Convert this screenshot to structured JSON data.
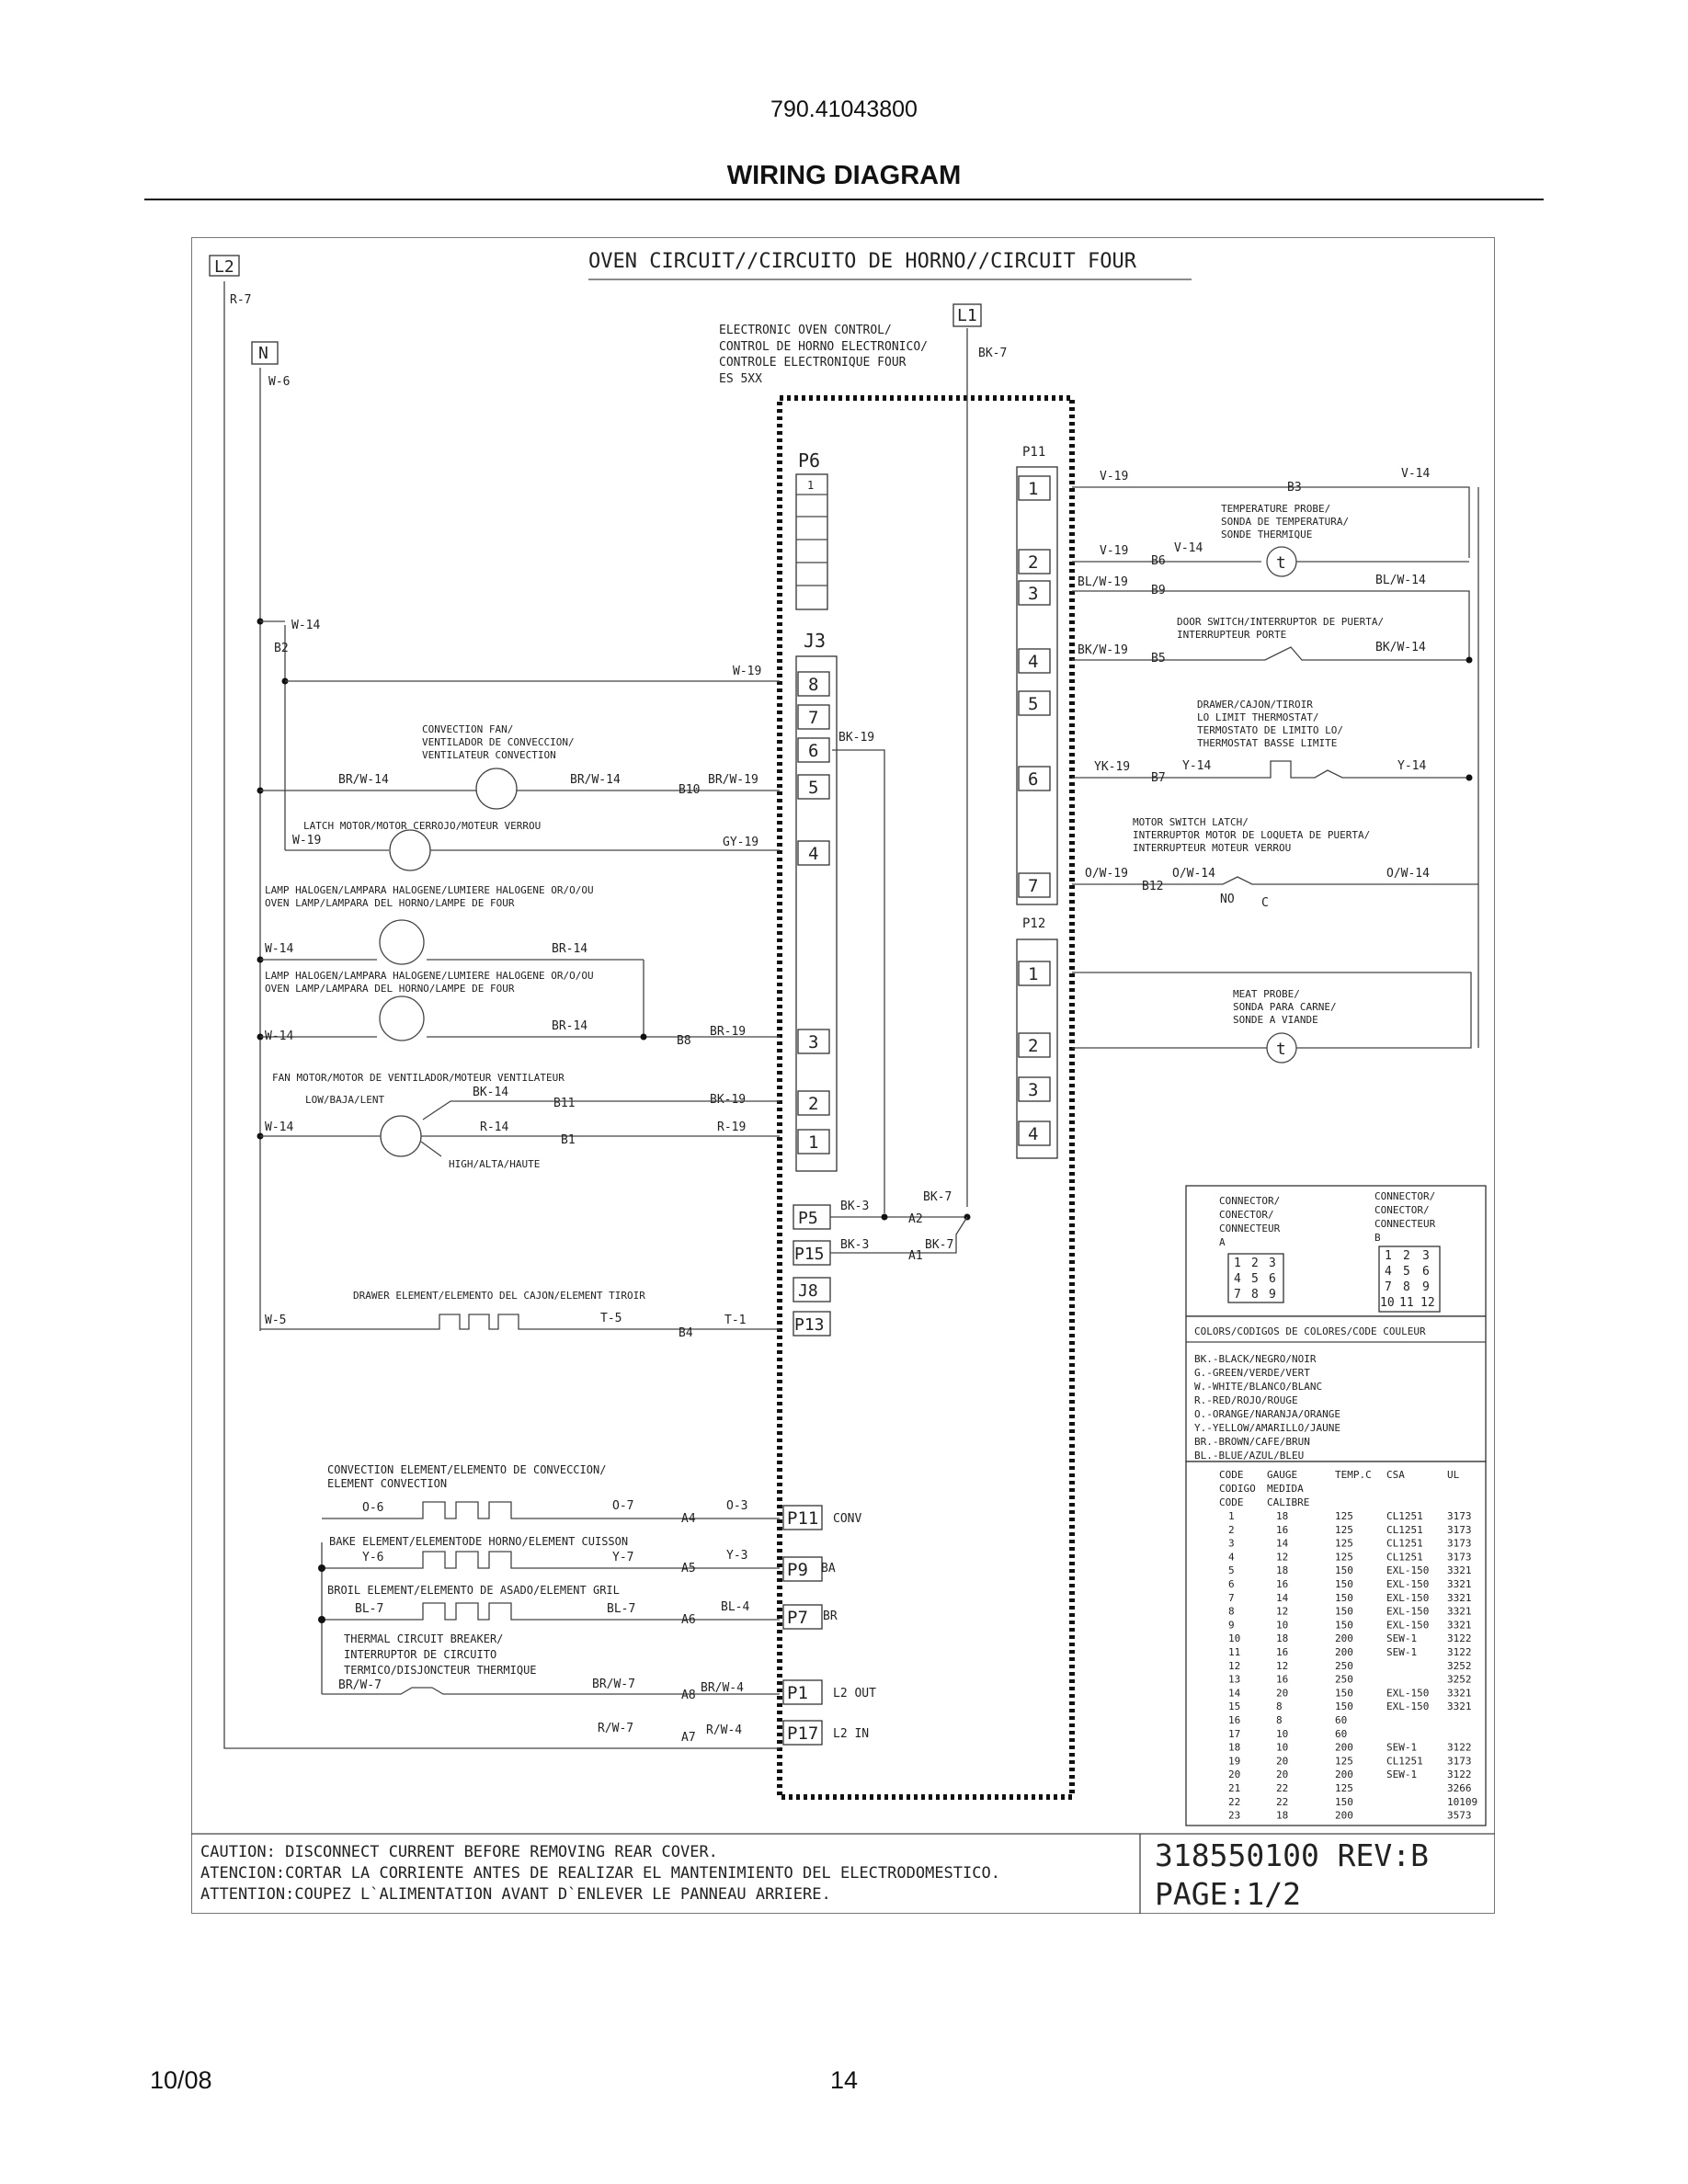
{
  "page": {
    "model": "790.41043800",
    "heading": "WIRING DIAGRAM",
    "date": "10/08",
    "page_number": "14"
  },
  "diagram": {
    "title": "OVEN CIRCUIT//CIRCUITO DE HORNO//CIRCUIT FOUR",
    "terminals": {
      "l2": "L2",
      "l1": "L1",
      "n": "N"
    },
    "control": [
      "ELECTRONIC OVEN CONTROL/",
      "CONTROL DE HORNO ELECTRONICO/",
      "CONTROLE ELECTRONIQUE FOUR",
      "ES 5XX"
    ],
    "wires": {
      "r7": "R-7",
      "w6": "W-6",
      "bk7": "BK-7",
      "w14_b2": "W-14",
      "b2": "B2",
      "w19_j3": "W-19",
      "br_w14_left": "BR/W-14",
      "br_w14_mid": "BR/W-14",
      "b10": "B10",
      "br_w19": "BR/W-19",
      "w19_latch": "W-19",
      "gy19": "GY-19",
      "bk19_p5": "BK-19",
      "w14_lamp1": "W-14",
      "br14_lamp1": "BR-14",
      "w14_lamp2": "W-14",
      "br14_lamp2": "BR-14",
      "b8": "B8",
      "br19": "BR-19",
      "bk14": "BK-14",
      "b11": "B11",
      "bk19_fan": "BK-19",
      "w14_fan": "W-14",
      "r14": "R-14",
      "b1": "B1",
      "r19": "R-19",
      "bk3_a2": "BK-3",
      "a2": "A2",
      "bk7_a2": "BK-7",
      "bk3_a1": "BK-3",
      "a1": "A1",
      "bk7_a1": "BK-7",
      "w5": "W-5",
      "t5": "T-5",
      "b4": "B4",
      "t1": "T-1",
      "o6": "O-6",
      "o7": "O-7",
      "a4": "A4",
      "o3": "O-3",
      "y6": "Y-6",
      "y7": "Y-7",
      "a5": "A5",
      "y3": "Y-3",
      "bl7_left": "BL-7",
      "bl7_mid": "BL-7",
      "a6": "A6",
      "bl4": "BL-4",
      "br_w7_left": "BR/W-7",
      "br_w7_mid": "BR/W-7",
      "a8": "A8",
      "br_w4": "BR/W-4",
      "r_w7": "R/W-7",
      "a7": "A7",
      "r_w4": "R/W-4",
      "v19_b3": "V-19",
      "b3": "B3",
      "v14_b3": "V-14",
      "v19_b6": "V-19",
      "b6": "B6",
      "v14_b6": "V-14",
      "bl_w19": "BL/W-19",
      "b9": "B9",
      "bl_w14": "BL/W-14",
      "bk_w19": "BK/W-19",
      "b5": "B5",
      "bk_w14": "BK/W-14",
      "yk19": "YK-19",
      "b7": "B7",
      "y14_left": "Y-14",
      "y14_right": "Y-14",
      "o_w19": "O/W-19",
      "b12": "B12",
      "o_w14_left": "O/W-14",
      "o_w14_right": "O/W-14",
      "no": "NO",
      "c": "C"
    },
    "components": {
      "convection_fan": [
        "CONVECTION FAN/",
        "VENTILADOR DE CONVECCION/",
        "VENTILATEUR CONVECTION"
      ],
      "latch_motor": "LATCH MOTOR/MOTOR CERROJO/MOTEUR VERROU",
      "lamp1": [
        "LAMP HALOGEN/LAMPARA HALOGENE/LUMIERE HALOGENE OR/O/OU",
        "OVEN LAMP/LAMPARA DEL HORNO/LAMPE DE FOUR"
      ],
      "lamp2": [
        "LAMP HALOGEN/LAMPARA HALOGENE/LUMIERE HALOGENE OR/O/OU",
        "OVEN LAMP/LAMPARA DEL HORNO/LAMPE DE FOUR"
      ],
      "fan_motor": "FAN MOTOR/MOTOR DE VENTILADOR/MOTEUR VENTILATEUR",
      "low": "LOW/BAJA/LENT",
      "high": "HIGH/ALTA/HAUTE",
      "drawer_element": "DRAWER ELEMENT/ELEMENTO DEL CAJON/ELEMENT TIROIR",
      "convection_element": [
        "CONVECTION ELEMENT/ELEMENTO DE CONVECCION/",
        "ELEMENT CONVECTION"
      ],
      "bake_element": "BAKE ELEMENT/ELEMENTODE HORNO/ELEMENT CUISSON",
      "broil_element": "BROIL ELEMENT/ELEMENTO DE ASADO/ELEMENT GRIL",
      "thermal_breaker": [
        "THERMAL CIRCUIT BREAKER/",
        "INTERRUPTOR DE CIRCUITO",
        "TERMICO/DISJONCTEUR THERMIQUE"
      ],
      "temp_probe": [
        "TEMPERATURE PROBE/",
        "SONDA DE TEMPERATURA/",
        "SONDE THERMIQUE"
      ],
      "door_switch": [
        "DOOR SWITCH/INTERRUPTOR DE PUERTA/",
        "INTERRUPTEUR PORTE"
      ],
      "drawer_thermostat": [
        "DRAWER/CAJON/TIROIR",
        "LO LIMIT THERMOSTAT/",
        "TERMOSTATO DE LIMITO LO/",
        "THERMOSTAT BASSE LIMITE"
      ],
      "motor_switch": [
        "MOTOR SWITCH LATCH/",
        "INTERRUPTOR MOTOR DE LOQUETA DE PUERTA/",
        "INTERRUPTEUR MOTEUR VERROU"
      ],
      "meat_probe": [
        "MEAT PROBE/",
        "SONDA PARA CARNE/",
        "SONDE A VIANDE"
      ],
      "probe_symbol": "t"
    },
    "connectors": {
      "p6": {
        "label": "P6",
        "pin": "1"
      },
      "j3": {
        "label": "J3",
        "pins": [
          "8",
          "7",
          "6",
          "5",
          "4",
          "3",
          "2",
          "1"
        ]
      },
      "p11_right": {
        "label": "P11",
        "pins": [
          "1",
          "2",
          "3",
          "4",
          "5",
          "6",
          "7"
        ]
      },
      "p12": {
        "label": "P12",
        "pins": [
          "1",
          "2",
          "3",
          "4"
        ]
      },
      "p5": "P5",
      "p15": "P15",
      "j8": "J8",
      "p13": "P13",
      "bottom": [
        {
          "label": "P11",
          "suffix": "CONV"
        },
        {
          "label": "P9",
          "suffix": "BA"
        },
        {
          "label": "P7",
          "suffix": "BR"
        },
        {
          "label": "P1",
          "suffix": "L2 OUT"
        },
        {
          "label": "P17",
          "suffix": "L2 IN"
        }
      ]
    },
    "connector_legend": {
      "a_label": [
        "CONNECTOR/",
        "CONECTOR/",
        "CONNECTEUR",
        "A"
      ],
      "a_grid": [
        [
          "1",
          "2",
          "3"
        ],
        [
          "4",
          "5",
          "6"
        ],
        [
          "7",
          "8",
          "9"
        ]
      ],
      "b_label": [
        "CONNECTOR/",
        "CONECTOR/",
        "CONNECTEUR",
        "B"
      ],
      "b_grid": [
        [
          "1",
          "2",
          "3"
        ],
        [
          "4",
          "5",
          "6"
        ],
        [
          "7",
          "8",
          "9"
        ],
        [
          "10",
          "11",
          "12"
        ]
      ]
    },
    "color_codes": {
      "title": "COLORS/CODIGOS DE COLORES/CODE COULEUR",
      "items": [
        "BK.-BLACK/NEGRO/NOIR",
        "G.-GREEN/VERDE/VERT",
        "W.-WHITE/BLANCO/BLANC",
        "R.-RED/ROJO/ROUGE",
        "O.-ORANGE/NARANJA/ORANGE",
        "Y.-YELLOW/AMARILLO/JAUNE",
        "BR.-BROWN/CAFE/BRUN",
        "BL.-BLUE/AZUL/BLEU"
      ]
    },
    "gauge_table": {
      "header_rows": [
        [
          "CODE",
          "GAUGE",
          "TEMP.C",
          "CSA",
          "UL"
        ],
        [
          "CODIGO",
          "MEDIDA",
          "",
          "",
          ""
        ],
        [
          "CODE",
          "CALIBRE",
          "",
          "",
          ""
        ]
      ],
      "rows": [
        [
          "1",
          "18",
          "125",
          "CL1251",
          "3173"
        ],
        [
          "2",
          "16",
          "125",
          "CL1251",
          "3173"
        ],
        [
          "3",
          "14",
          "125",
          "CL1251",
          "3173"
        ],
        [
          "4",
          "12",
          "125",
          "CL1251",
          "3173"
        ],
        [
          "5",
          "18",
          "150",
          "EXL-150",
          "3321"
        ],
        [
          "6",
          "16",
          "150",
          "EXL-150",
          "3321"
        ],
        [
          "7",
          "14",
          "150",
          "EXL-150",
          "3321"
        ],
        [
          "8",
          "12",
          "150",
          "EXL-150",
          "3321"
        ],
        [
          "9",
          "10",
          "150",
          "EXL-150",
          "3321"
        ],
        [
          "10",
          "18",
          "200",
          "SEW-1",
          "3122"
        ],
        [
          "11",
          "16",
          "200",
          "SEW-1",
          "3122"
        ],
        [
          "12",
          "12",
          "250",
          "",
          "3252"
        ],
        [
          "13",
          "16",
          "250",
          "",
          "3252"
        ],
        [
          "14",
          "20",
          "150",
          "EXL-150",
          "3321"
        ],
        [
          "15",
          "8",
          "150",
          "EXL-150",
          "3321"
        ],
        [
          "16",
          "8",
          "60",
          "",
          ""
        ],
        [
          "17",
          "10",
          "60",
          "",
          ""
        ],
        [
          "18",
          "10",
          "200",
          "SEW-1",
          "3122"
        ],
        [
          "19",
          "20",
          "125",
          "CL1251",
          "3173"
        ],
        [
          "20",
          "20",
          "200",
          "SEW-1",
          "3122"
        ],
        [
          "21",
          "22",
          "125",
          "",
          "3266"
        ],
        [
          "22",
          "22",
          "150",
          "",
          "10109"
        ],
        [
          "23",
          "18",
          "200",
          "",
          "3573"
        ]
      ]
    },
    "caution": [
      "CAUTION: DISCONNECT CURRENT BEFORE REMOVING REAR COVER.",
      "ATENCION:CORTAR LA CORRIENTE ANTES DE REALIZAR EL MANTENIMIENTO DEL ELECTRODOMESTICO.",
      "ATTENTION:COUPEZ L`ALIMENTATION AVANT D`ENLEVER LE PANNEAU ARRIERE."
    ],
    "part_number": "318550100 REV:B",
    "page_ref": "PAGE:1/2"
  }
}
